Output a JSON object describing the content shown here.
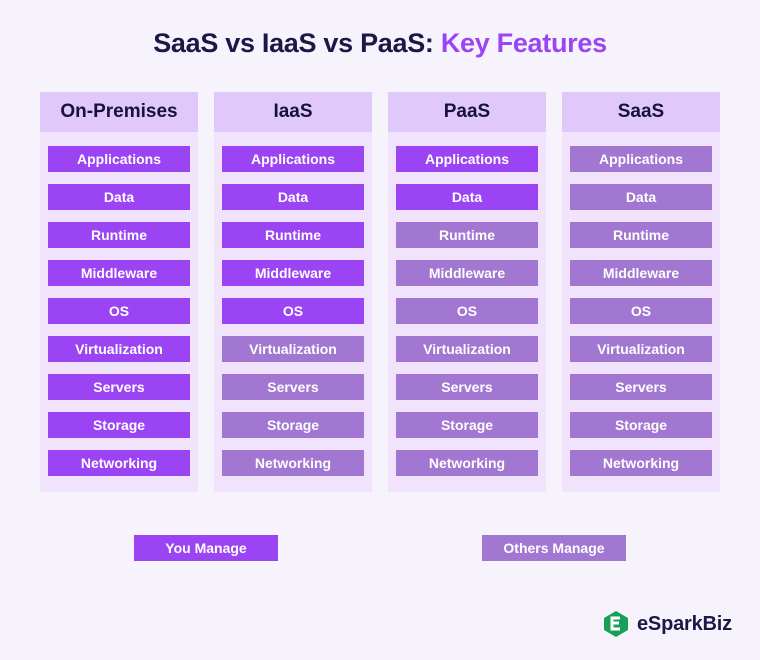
{
  "title": {
    "main": "SaaS vs IaaS vs PaaS:",
    "accent": "Key Features"
  },
  "colors": {
    "you_manage": "#9b44f4",
    "others_manage": "#a277d2",
    "column_header": "#e1c8fb",
    "column_bg": "#f0e3fb",
    "title": "#1c1846",
    "logo_green": "#18a05a"
  },
  "layers": [
    "Applications",
    "Data",
    "Runtime",
    "Middleware",
    "OS",
    "Virtualization",
    "Servers",
    "Storage",
    "Networking"
  ],
  "columns": [
    {
      "name": "On-Premises",
      "you_manage_count": 9
    },
    {
      "name": "IaaS",
      "you_manage_count": 5
    },
    {
      "name": "PaaS",
      "you_manage_count": 2
    },
    {
      "name": "SaaS",
      "you_manage_count": 0
    }
  ],
  "legend": {
    "you": "You Manage",
    "others": "Others Manage"
  },
  "logo": {
    "text": "eSparkBiz",
    "icon": "esparkbiz-logo-icon"
  }
}
